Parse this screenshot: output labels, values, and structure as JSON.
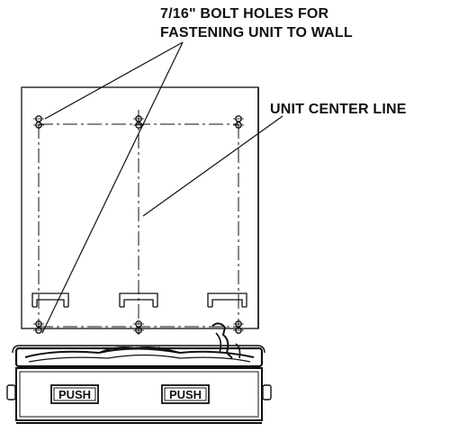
{
  "callouts": {
    "bolt_holes_line1": "7/16\" BOLT  HOLES FOR",
    "bolt_holes_line2": "FASTENING UNIT TO WALL",
    "unit_center_line": "UNIT CENTER LINE"
  },
  "buttons": {
    "left_label": "PUSH",
    "right_label": "PUSH"
  },
  "colors": {
    "ink": "#111111",
    "background": "#ffffff"
  }
}
